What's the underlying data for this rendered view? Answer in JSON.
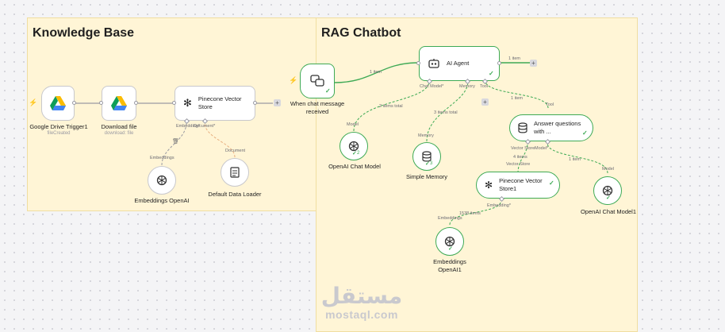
{
  "sticky_notes": {
    "knowledge_base": "Knowledge Base",
    "rag_chatbot": "RAG Chatbot"
  },
  "nodes": {
    "gdrive_trigger": {
      "label": "Google Drive Trigger1",
      "sub": "fileCreated"
    },
    "download_file": {
      "label": "Download file",
      "sub": "download: file"
    },
    "pinecone_store": {
      "label": "Pinecone Vector Store"
    },
    "embeddings_openai": {
      "label": "Embeddings OpenAI"
    },
    "default_loader": {
      "label": "Default Data Loader"
    },
    "chat_trigger": {
      "label": "When chat message received"
    },
    "ai_agent": {
      "label": "AI Agent"
    },
    "openai_chat_model": {
      "label": "OpenAI Chat Model",
      "badge": "2"
    },
    "simple_memory": {
      "label": "Simple Memory",
      "badge": "3"
    },
    "answer_tool": {
      "label": "Answer questions with ..."
    },
    "pinecone_store1": {
      "label": "Pinecone Vector Store1"
    },
    "openai_chat_model1": {
      "label": "OpenAI Chat Model1"
    },
    "embeddings_openai1": {
      "label": "Embeddings OpenAI1"
    }
  },
  "handles": {
    "embedding": "Embedding*",
    "document": "Document*",
    "embeddings": "Embeddings",
    "document_in": "Document",
    "chat_model": "Chat Model*",
    "memory": "Memory",
    "tool": "Tool",
    "model": "Model",
    "memory_in": "Memory",
    "tool_in": "Tool",
    "vector_store": "Vector Store",
    "model2": "Model*",
    "vector_store_in": "Vector Store",
    "model_in": "Model",
    "embedding2": "Embedding*",
    "embeddings_in": "Embeddings"
  },
  "edge_labels": {
    "chat_to_agent": "1 item",
    "agent_out": "1 item",
    "chat_model_items": "2 items total",
    "memory_items": "3 items total",
    "tool_items": "1 item",
    "vector_store_items": "4 items",
    "model_items": "1 item",
    "embedding_items": "1538 items"
  },
  "watermark": {
    "logo": "مستقل",
    "url": "mostaql.com"
  },
  "icons": {
    "gdrive": "google-drive-icon",
    "pinecone": "pinecone-icon",
    "openai": "openai-icon",
    "chat": "chat-bubbles-icon",
    "robot": "robot-icon",
    "database": "database-icon",
    "document": "document-icon"
  },
  "colors": {
    "sticky_bg": "#fff5d6",
    "success": "#3eaa55",
    "trigger": "#ff5e4d"
  }
}
